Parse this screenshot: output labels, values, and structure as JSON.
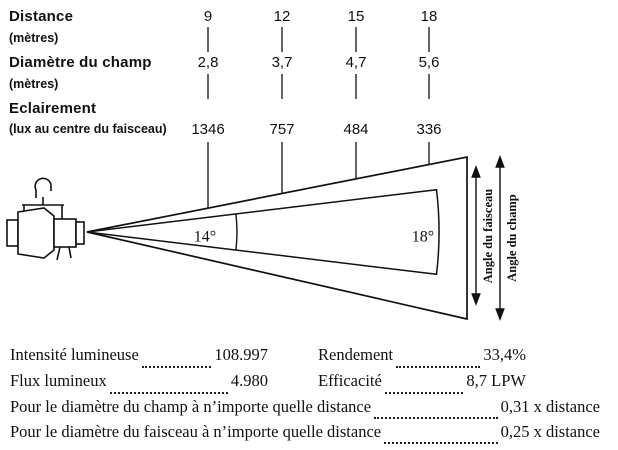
{
  "table": {
    "distance": {
      "label": "Distance",
      "unit": "(mètres)",
      "values": [
        "9",
        "12",
        "15",
        "18"
      ]
    },
    "diametre": {
      "label": "Diamètre du champ",
      "unit": "(mètres)",
      "values": [
        "2,8",
        "3,7",
        "4,7",
        "5,6"
      ]
    },
    "eclairement": {
      "label": "Eclairement",
      "unit": "(lux au centre du faisceau)",
      "values": [
        "1346",
        "757",
        "484",
        "336"
      ]
    }
  },
  "diagram": {
    "beam_angle_label": "14°",
    "field_angle_label": "18°",
    "beam_axis_label": "Angle du faisceau",
    "field_axis_label": "Angle du champ"
  },
  "stats": {
    "intensite": {
      "label": "Intensité lumineuse",
      "value": "108.997"
    },
    "flux": {
      "label": "Flux lumineux",
      "value": "4.980"
    },
    "rendement": {
      "label": "Rendement",
      "value": "33,4%"
    },
    "efficacite": {
      "label": "Efficacité",
      "value": "8,7 LPW"
    }
  },
  "formulas": {
    "champ": {
      "label": "Pour le diamètre du champ à n’importe quelle distance",
      "value": "0,31 x distance"
    },
    "faisceau": {
      "label": "Pour le diamètre du faisceau à n’importe quelle distance",
      "value": "0,25 x distance"
    }
  }
}
